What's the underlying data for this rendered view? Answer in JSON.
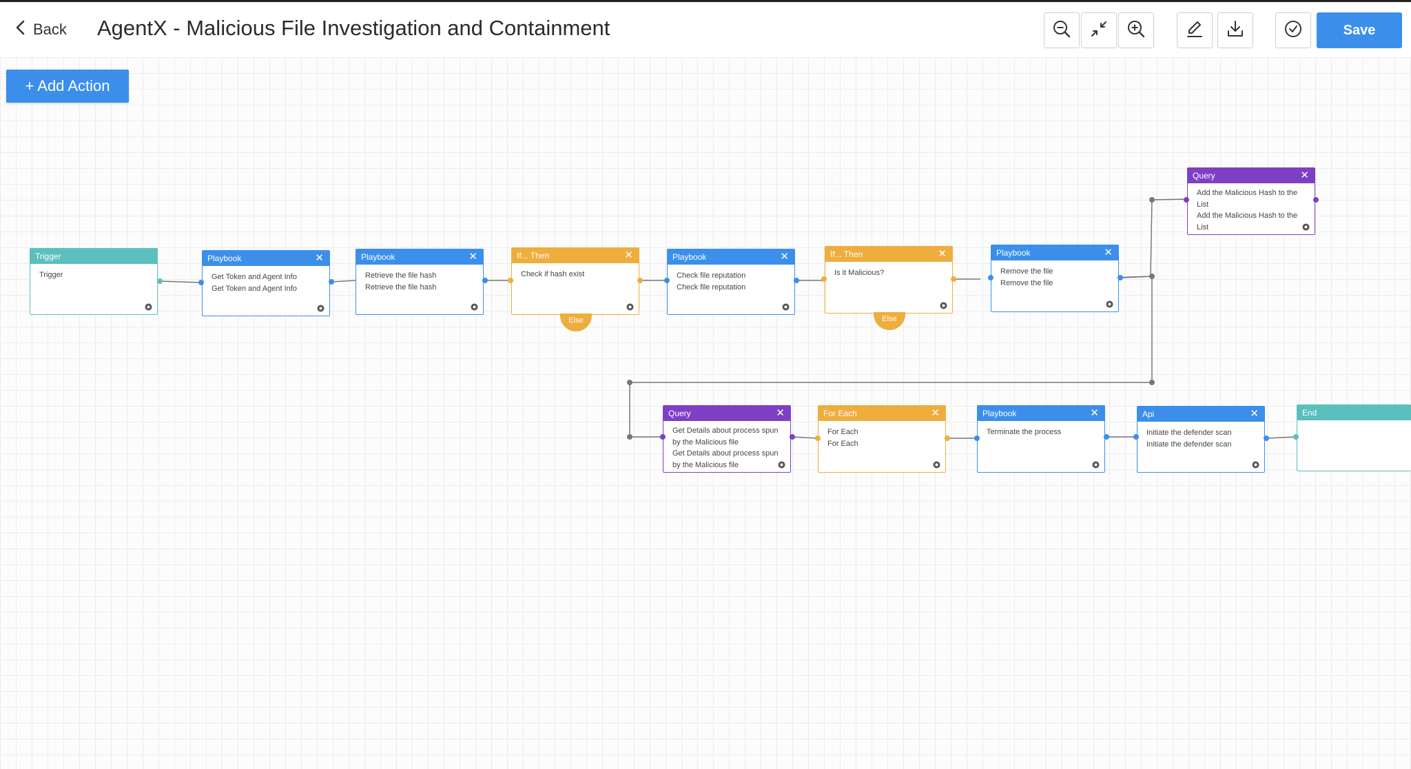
{
  "header": {
    "back_label": "Back",
    "title": "AgentX - Malicious File Investigation and Containment",
    "save_label": "Save",
    "toolbar_icons": [
      "zoom-out-icon",
      "fit-screen-icon",
      "zoom-in-icon",
      "edit-icon",
      "download-icon",
      "validate-check-icon"
    ]
  },
  "canvas": {
    "add_action_label": "+ Add Action",
    "else_label": "Else",
    "nodes": [
      {
        "type": "Trigger",
        "lines": [
          "Trigger"
        ]
      },
      {
        "type": "Playbook",
        "lines": [
          "Get Token and Agent Info",
          "Get Token and Agent Info"
        ]
      },
      {
        "type": "Playbook",
        "lines": [
          "Retrieve the file hash",
          "Retrieve the file hash"
        ]
      },
      {
        "type": "If... Then",
        "lines": [
          "Check if hash exist"
        ]
      },
      {
        "type": "Playbook",
        "lines": [
          "Check file reputation",
          "Check file reputation"
        ]
      },
      {
        "type": "If... Then",
        "lines": [
          "Is it Malicious?"
        ]
      },
      {
        "type": "Playbook",
        "lines": [
          "Remove the file",
          "Remove the file"
        ]
      },
      {
        "type": "Query",
        "lines": [
          "Add the Malicious Hash to the List",
          "Add the Malicious Hash to the List"
        ]
      },
      {
        "type": "Query",
        "lines": [
          "Get Details about process spun by the Malicious file",
          "Get Details about process spun by the Malicious file"
        ]
      },
      {
        "type": "For Each",
        "lines": [
          "For Each",
          "For Each"
        ]
      },
      {
        "type": "Playbook",
        "lines": [
          "Terminate the process"
        ]
      },
      {
        "type": "Api",
        "lines": [
          "Initiate the defender scan",
          "Initiate the defender scan"
        ]
      },
      {
        "type": "End",
        "lines": []
      }
    ]
  },
  "colors": {
    "accent": "#3b8fea",
    "trigger": "#5bbfbd",
    "condition": "#efad3e",
    "query": "#7d40c5",
    "connector": "#777777"
  }
}
